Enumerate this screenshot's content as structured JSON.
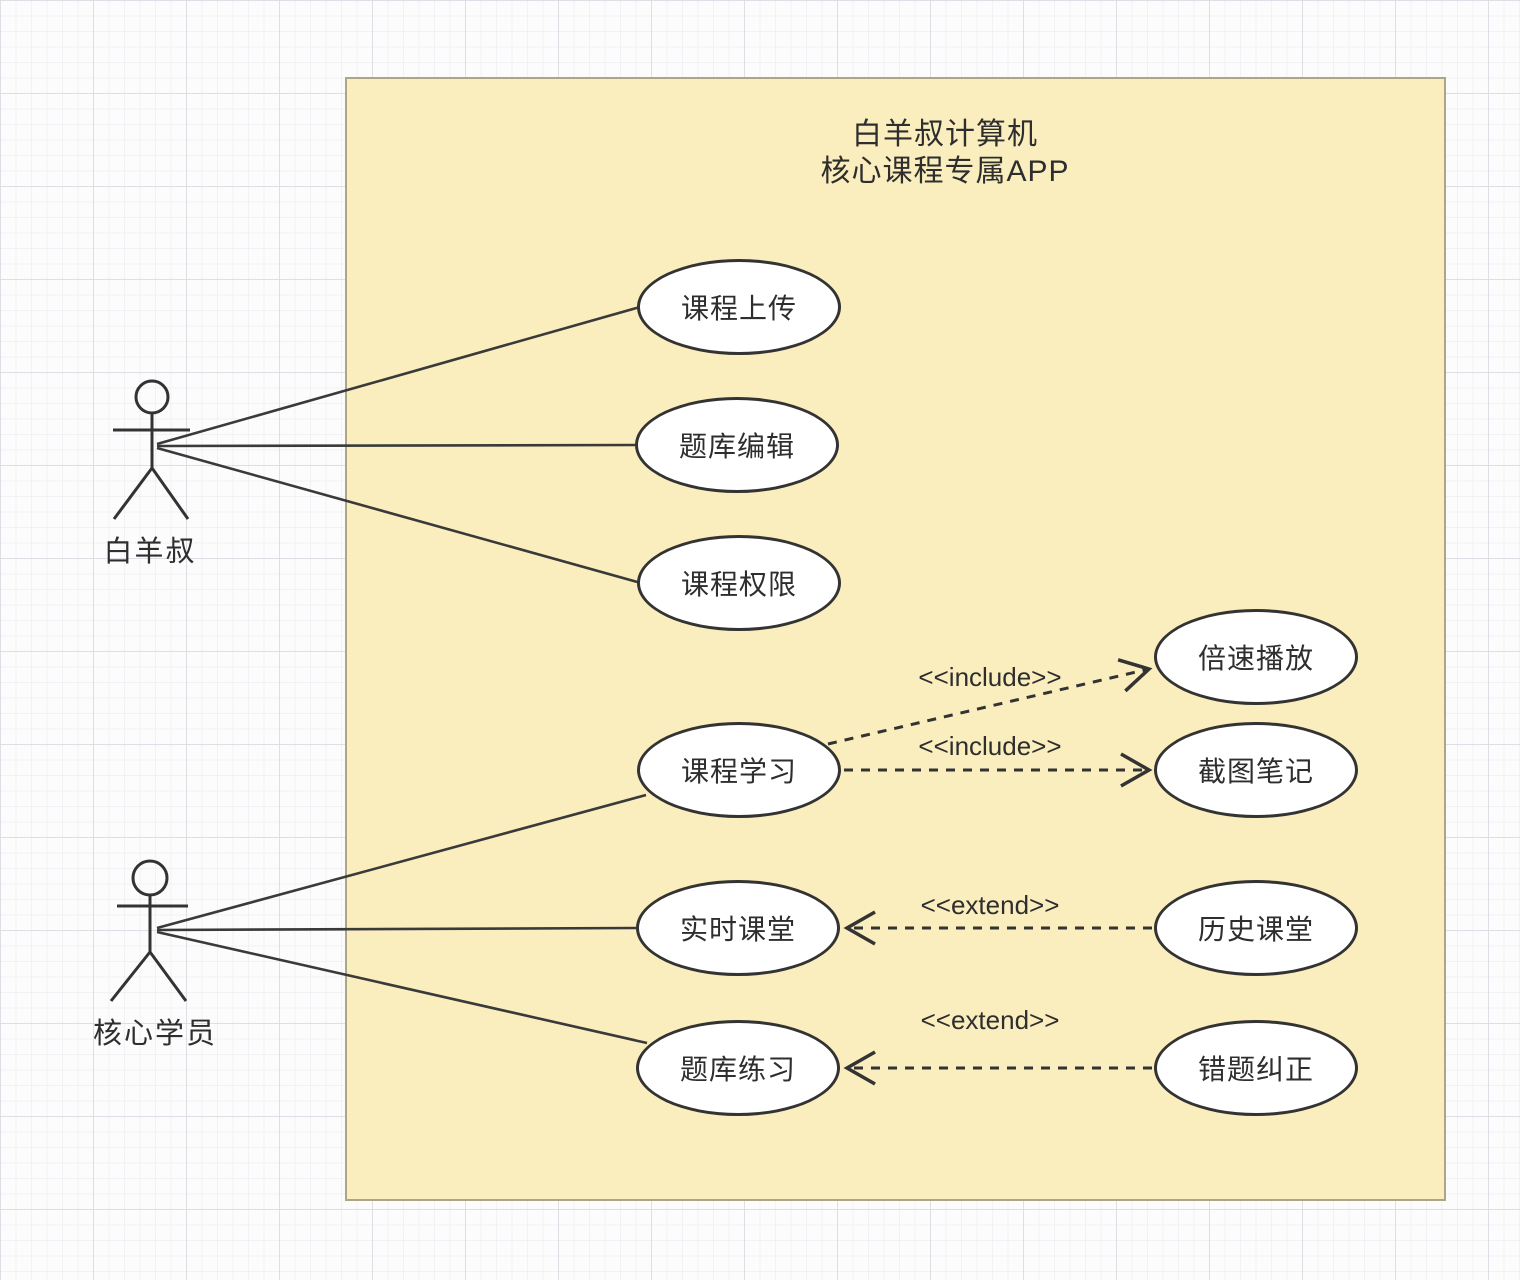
{
  "diagram_type": "uml-use-case",
  "colors": {
    "boundary_fill": "#FBEEBE",
    "boundary_border": "#ACA685",
    "node_fill": "#FFFFFF",
    "stroke": "#333333",
    "grid_line": "#DADAE2",
    "background": "#FCFCFD"
  },
  "system": {
    "title_line1": "白羊叔计算机",
    "title_line2": "核心课程专属APP"
  },
  "actors": [
    {
      "id": "uncle-aries",
      "label": "白羊叔"
    },
    {
      "id": "core-student",
      "label": "核心学员"
    }
  ],
  "use_cases": [
    {
      "id": "course-upload",
      "label": "课程上传"
    },
    {
      "id": "question-bank-edit",
      "label": "题库编辑"
    },
    {
      "id": "course-permission",
      "label": "课程权限"
    },
    {
      "id": "course-learning",
      "label": "课程学习"
    },
    {
      "id": "realtime-class",
      "label": "实时课堂"
    },
    {
      "id": "question-bank-practice",
      "label": "题库练习"
    },
    {
      "id": "speed-playback",
      "label": "倍速播放"
    },
    {
      "id": "screenshot-notes",
      "label": "截图笔记"
    },
    {
      "id": "history-class",
      "label": "历史课堂"
    },
    {
      "id": "wrong-question-correction",
      "label": "错题纠正"
    }
  ],
  "edge_labels": [
    {
      "text": "<<include>>"
    },
    {
      "text": "<<include>>"
    },
    {
      "text": "<<extend>>"
    },
    {
      "text": "<<extend>>"
    }
  ],
  "relationships": [
    {
      "from": "白羊叔",
      "to": "课程上传",
      "type": "association"
    },
    {
      "from": "白羊叔",
      "to": "题库编辑",
      "type": "association"
    },
    {
      "from": "白羊叔",
      "to": "课程权限",
      "type": "association"
    },
    {
      "from": "核心学员",
      "to": "课程学习",
      "type": "association"
    },
    {
      "from": "核心学员",
      "to": "实时课堂",
      "type": "association"
    },
    {
      "from": "核心学员",
      "to": "题库练习",
      "type": "association"
    },
    {
      "from": "课程学习",
      "to": "倍速播放",
      "type": "include"
    },
    {
      "from": "课程学习",
      "to": "截图笔记",
      "type": "include"
    },
    {
      "from": "历史课堂",
      "to": "实时课堂",
      "type": "extend"
    },
    {
      "from": "错题纠正",
      "to": "题库练习",
      "type": "extend"
    }
  ]
}
